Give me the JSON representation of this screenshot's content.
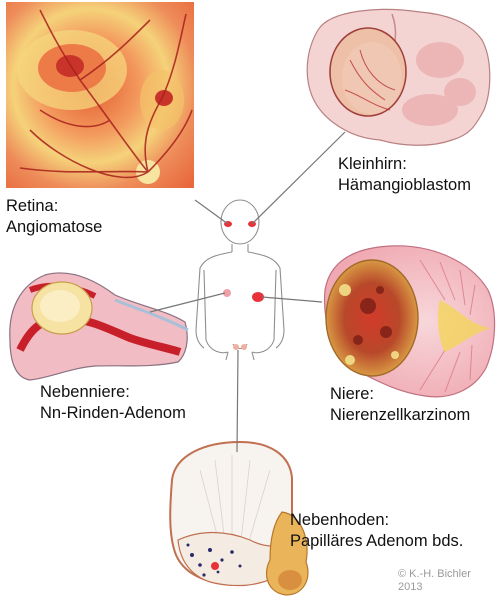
{
  "labels": {
    "retina": {
      "organ": "Retina:",
      "finding": "Angiomatose"
    },
    "cerebellum": {
      "organ": "Kleinhirn:",
      "finding": "Hämangioblastom"
    },
    "adrenal": {
      "organ": "Nebenniere:",
      "finding": "Nn-Rinden-Adenom"
    },
    "kidney": {
      "organ": "Niere:",
      "finding": "Nierenzellkarzinom"
    },
    "epididymis": {
      "organ": "Nebenhoden:",
      "finding": "Papilläres Adenom bds."
    }
  },
  "copyright": {
    "line1": "© K.-H. Bichler",
    "line2": "2013"
  },
  "colors": {
    "lesion": "#e8323a",
    "tissue_pink": "#f2b9c0",
    "tissue_red": "#c8202a",
    "yellow": "#f3d35a",
    "outline": "#888888"
  }
}
